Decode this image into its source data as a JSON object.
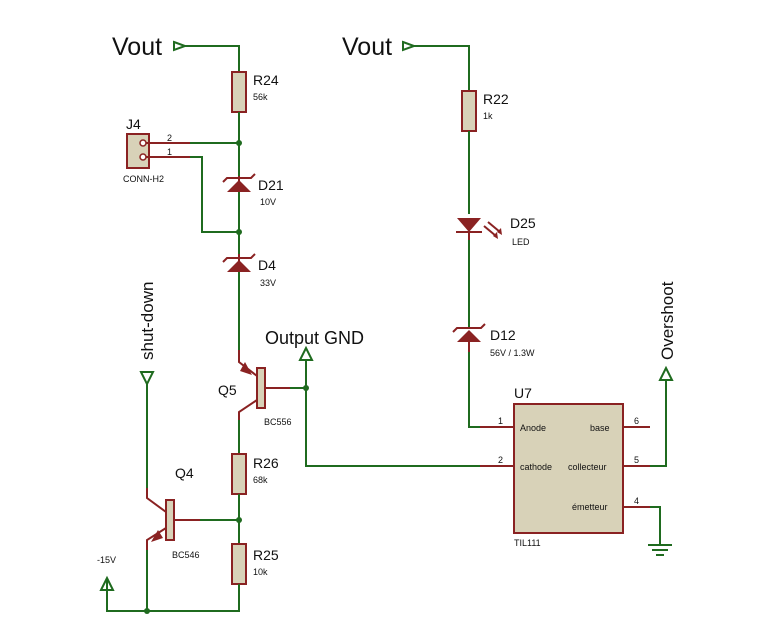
{
  "nets": {
    "vout_left": "Vout",
    "vout_right": "Vout",
    "output_gnd": "Output GND",
    "shut_down": "shut-down",
    "overshoot": "Overshoot",
    "minus15": "-15V"
  },
  "components": {
    "R24": {
      "ref": "R24",
      "value": "56k"
    },
    "J4": {
      "ref": "J4",
      "value": "CONN-H2",
      "pin2": "2",
      "pin1": "1"
    },
    "D21": {
      "ref": "D21",
      "value": "10V"
    },
    "D4": {
      "ref": "D4",
      "value": "33V"
    },
    "Q5": {
      "ref": "Q5",
      "value": "BC556"
    },
    "R26": {
      "ref": "R26",
      "value": "68k"
    },
    "Q4": {
      "ref": "Q4",
      "value": "BC546"
    },
    "R25": {
      "ref": "R25",
      "value": "10k"
    },
    "R22": {
      "ref": "R22",
      "value": "1k"
    },
    "D25": {
      "ref": "D25",
      "value": "LED"
    },
    "D12": {
      "ref": "D12",
      "value": "56V / 1.3W"
    },
    "U7": {
      "ref": "U7",
      "value": "TIL111",
      "pins": {
        "anode": "Anode",
        "cathode": "cathode",
        "base": "base",
        "collecteur": "collecteur",
        "emetteur": "émetteur"
      },
      "pin_numbers": {
        "p1": "1",
        "p2": "2",
        "p4": "4",
        "p5": "5",
        "p6": "6"
      }
    }
  },
  "colors": {
    "wire": "#1f6b1f",
    "component": "#8a2222",
    "body_fill": "#d8d2b8"
  }
}
